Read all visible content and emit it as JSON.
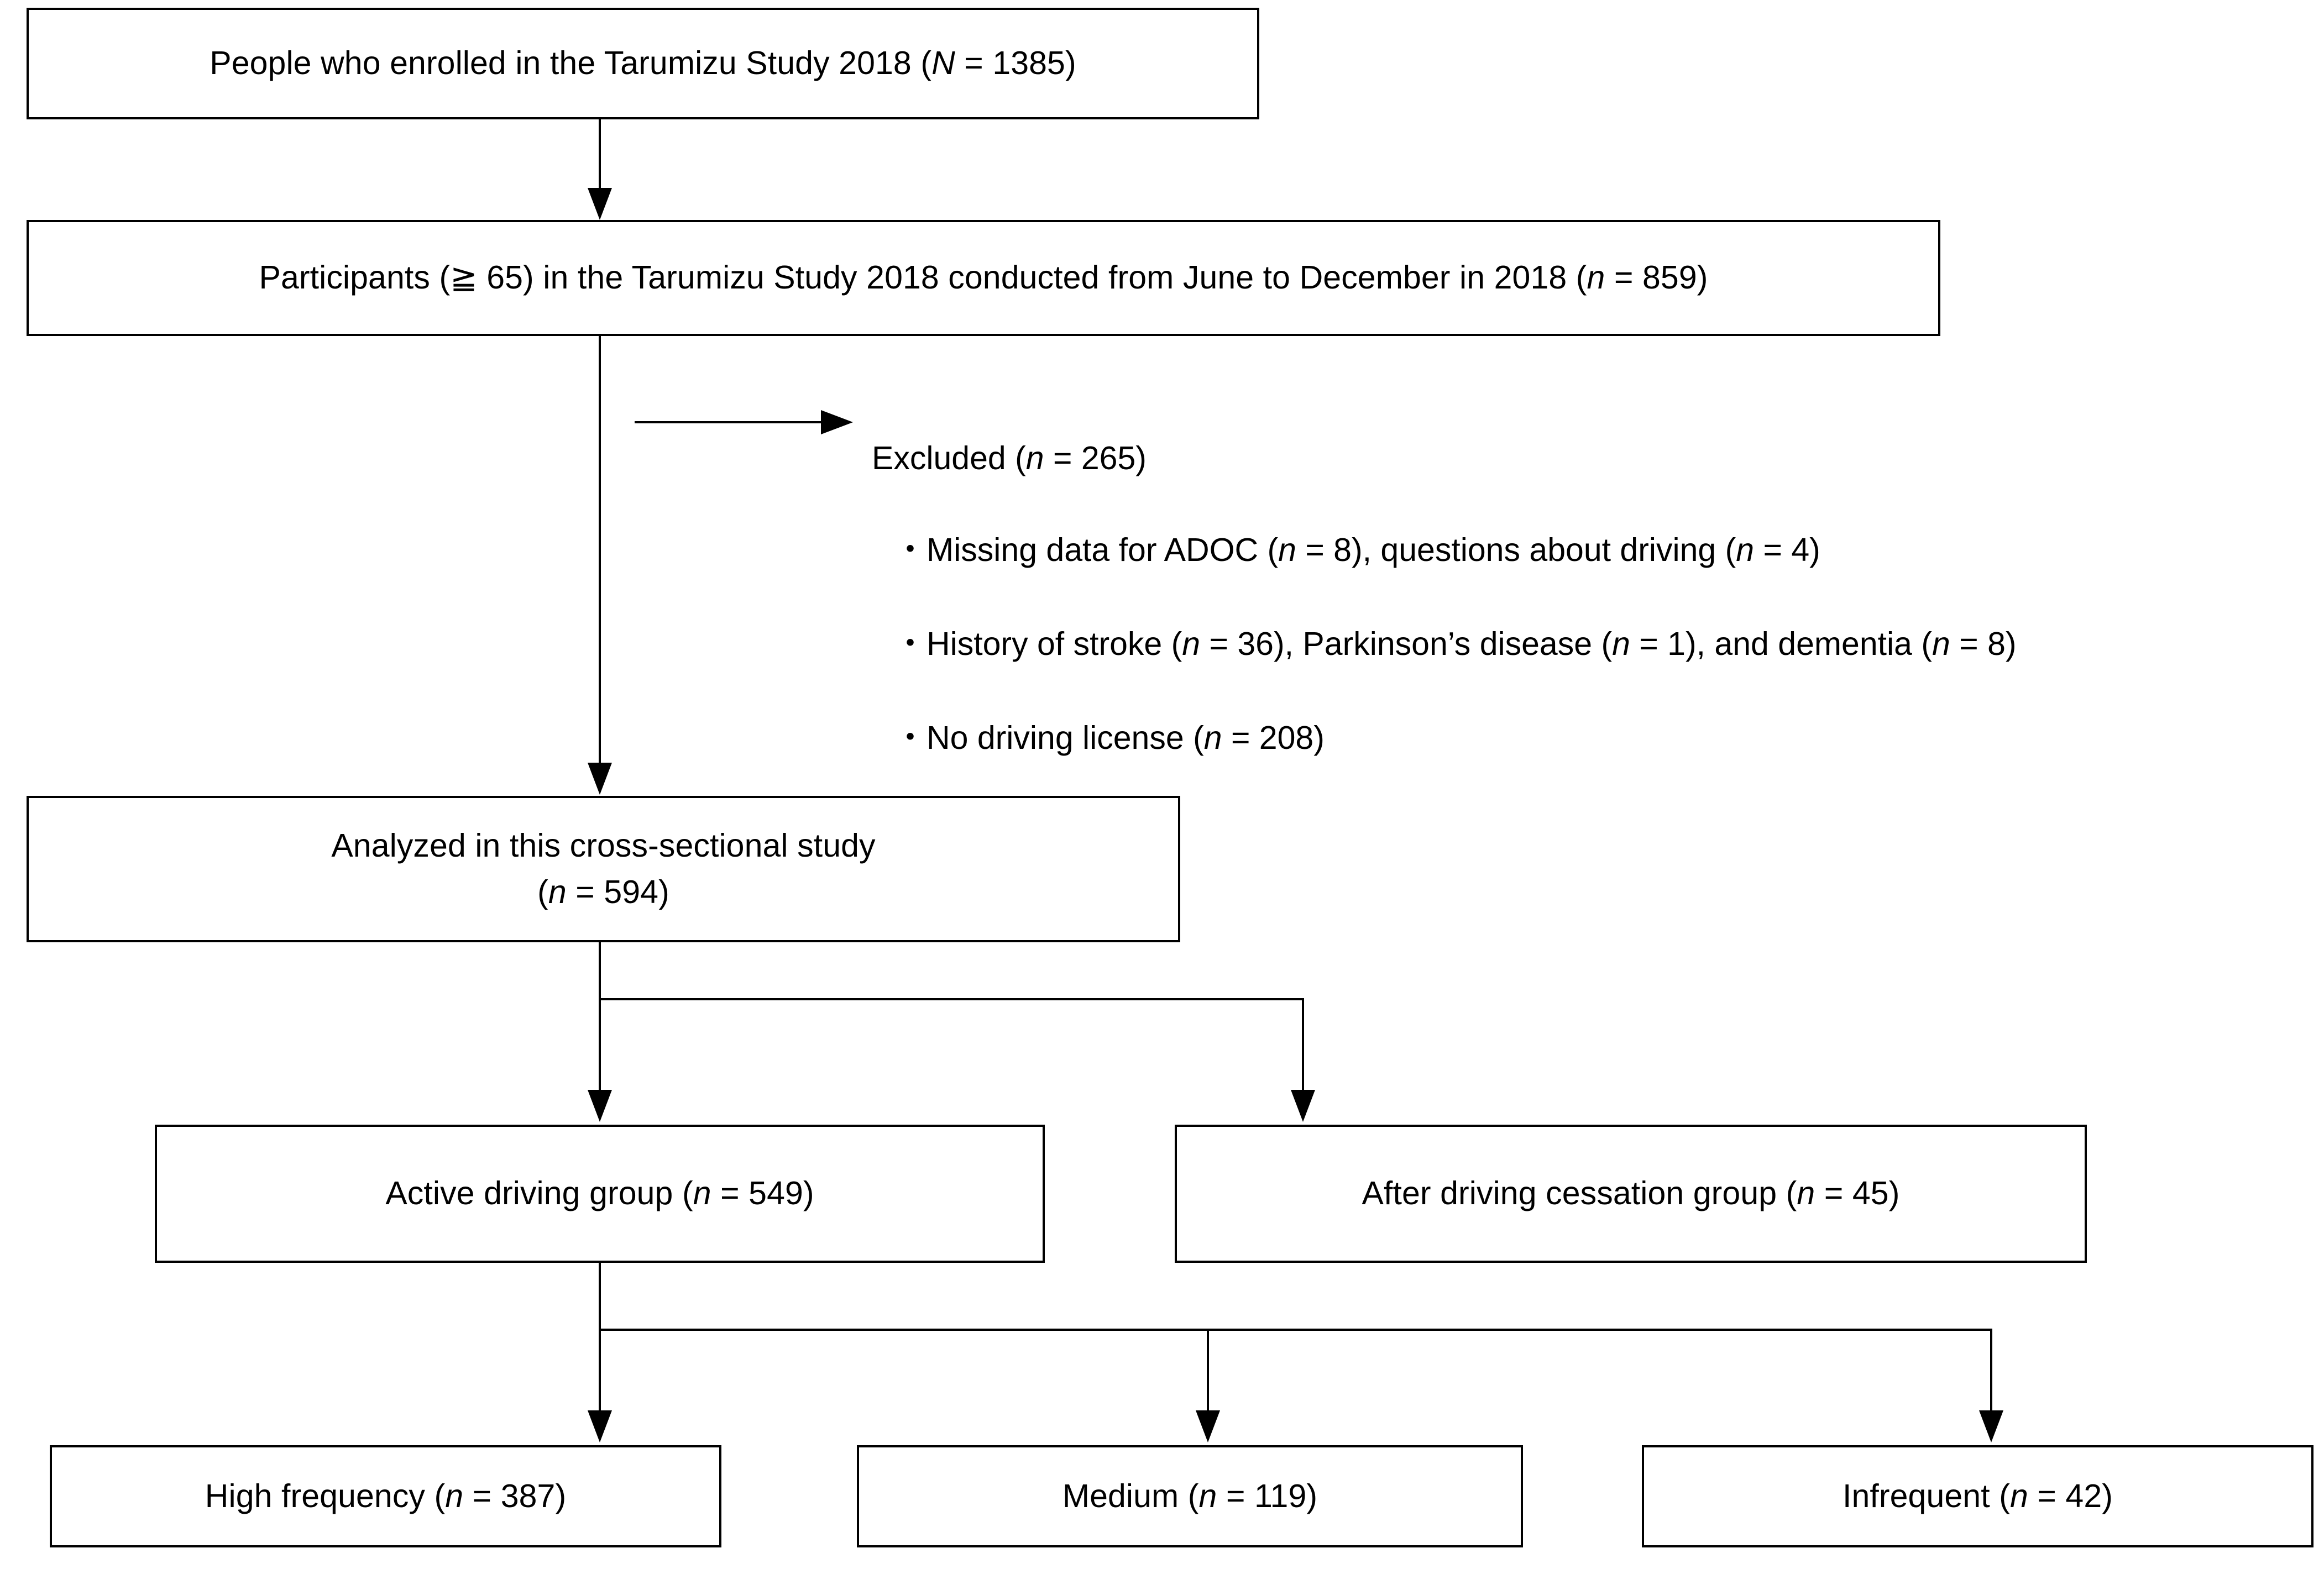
{
  "figure": {
    "type": "flowchart",
    "title": "Participant selection flow diagram (Tarumizu Study 2018)",
    "orientation": "top-to-bottom"
  },
  "nodes": {
    "enrolled": {
      "text": "People who enrolled in the Tarumizu Study 2018 (N = 1385)",
      "prefix": "People who enrolled in the Tarumizu Study 2018 (",
      "var": "N",
      "suffix": " = 1385)",
      "count": 1385,
      "count_symbol": "N"
    },
    "participants": {
      "text": "Participants (≧ 65) in the Tarumizu Study 2018 conducted from June to December in 2018 (n = 859)",
      "prefix": "Participants (≧ 65) in the Tarumizu Study 2018 conducted from June to December in 2018 (",
      "var": "n",
      "suffix": " = 859)",
      "count": 859,
      "count_symbol": "n",
      "age_criterion": "≧ 65",
      "period": "June to December in 2018"
    },
    "analyzed": {
      "line1": "Analyzed in this cross-sectional study",
      "line2_prefix": "(",
      "line2_var": "n",
      "line2_suffix": " = 594)",
      "text": "Analyzed in this cross-sectional study (n = 594)",
      "count": 594,
      "count_symbol": "n"
    },
    "active_driving": {
      "prefix": "Active driving group (",
      "var": "n",
      "suffix": " = 549)",
      "text": "Active driving group (n = 549)",
      "count": 549,
      "count_symbol": "n"
    },
    "after_cessation": {
      "prefix": "After driving cessation group (",
      "var": "n",
      "suffix": " = 45)",
      "text": "After driving cessation group (n = 45)",
      "count": 45,
      "count_symbol": "n"
    },
    "high_frequency": {
      "prefix": "High frequency (",
      "var": "n",
      "suffix": " = 387)",
      "text": "High frequency (n = 387)",
      "count": 387,
      "count_symbol": "n"
    },
    "medium": {
      "prefix": "Medium (",
      "var": "n",
      "suffix": " = 119)",
      "text": "Medium (n = 119)",
      "count": 119,
      "count_symbol": "n"
    },
    "infrequent": {
      "prefix": "Infrequent (",
      "var": "n",
      "suffix": " = 42)",
      "text": "Infrequent (n = 42)",
      "count": 42,
      "count_symbol": "n"
    }
  },
  "excluded": {
    "heading_prefix": "Excluded (",
    "heading_var": "n",
    "heading_suffix": " = 265)",
    "heading_text": "Excluded (n = 265)",
    "total": 265,
    "bullet_char": "・",
    "reasons": [
      {
        "seg1": "Missing data for ADOC (",
        "var1": "n",
        "seg2": " = 8), questions about driving (",
        "var2": "n",
        "seg3": " = 4)",
        "text": "Missing data for ADOC (n = 8), questions about driving (n = 4)",
        "counts": [
          8,
          4
        ]
      },
      {
        "seg1": "History of stroke (",
        "var1": "n",
        "seg2": " = 36), Parkinson’s disease (",
        "var2": "n",
        "seg3": " = 1), and dementia (",
        "var3": "n",
        "seg4": " = 8)",
        "text": "History of stroke (n = 36), Parkinson’s disease (n = 1), and dementia (n = 8)",
        "counts": [
          36,
          1,
          8
        ]
      },
      {
        "seg1": "No driving license (",
        "var1": "n",
        "seg2": " = 208)",
        "text": "No driving license (n = 208)",
        "counts": [
          208
        ]
      }
    ]
  },
  "colors": {
    "stroke": "#000000",
    "background": "#ffffff",
    "text": "#000000"
  }
}
